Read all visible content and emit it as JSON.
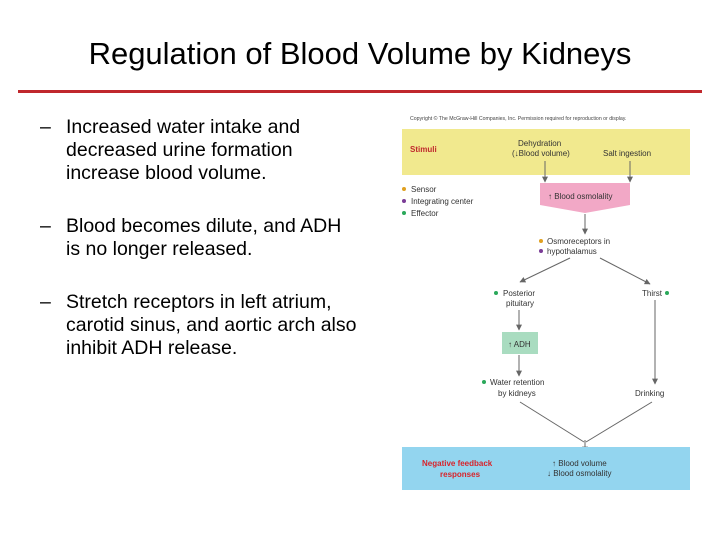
{
  "slide": {
    "title": "Regulation of Blood Volume by Kidneys",
    "bullets": [
      {
        "dash": "–",
        "text": "Increased  water intake and decreased urine formation increase blood volume."
      },
      {
        "dash": "–",
        "text": "Blood becomes dilute, and ADH is no longer released."
      },
      {
        "dash": "–",
        "text": "Stretch receptors in left atrium, carotid sinus, and aortic arch also inhibit ADH release."
      }
    ]
  },
  "figure": {
    "copyright": "Copyright © The McGraw-Hill Companies, Inc. Permission required for reproduction or display.",
    "stimuli_label": "Stimuli",
    "dehydration_line1": "Dehydration",
    "dehydration_line2": "(↓Blood volume)",
    "salt_ingestion": "Salt ingestion",
    "blood_osmolality": "↑ Blood osmolality",
    "legend": [
      {
        "label": "Sensor",
        "color": "#e0a020"
      },
      {
        "label": "Integrating center",
        "color": "#7a3c96"
      },
      {
        "label": "Effector",
        "color": "#2aa85a"
      }
    ],
    "osmoreceptors_line1": "Osmoreceptors in",
    "osmoreceptors_line2": "hypothalamus",
    "posterior_line1": "Posterior",
    "posterior_line2": "pituitary",
    "thirst": "Thirst",
    "adh": "↑ ADH",
    "water_line1": "Water retention",
    "water_line2": "by kidneys",
    "drinking": "Drinking",
    "negative_line1": "Negative feedback",
    "negative_line2": "responses",
    "result_line1": "↑ Blood volume",
    "result_line2": "↓ Blood osmolality",
    "colors": {
      "stimuli_box": "#f1e98e",
      "osmolality_box": "#f2a8c6",
      "adh_box": "#a9dcc0",
      "response_box": "#93d5ef",
      "arrows": "#666666",
      "negative_text": "#d8232a"
    }
  }
}
